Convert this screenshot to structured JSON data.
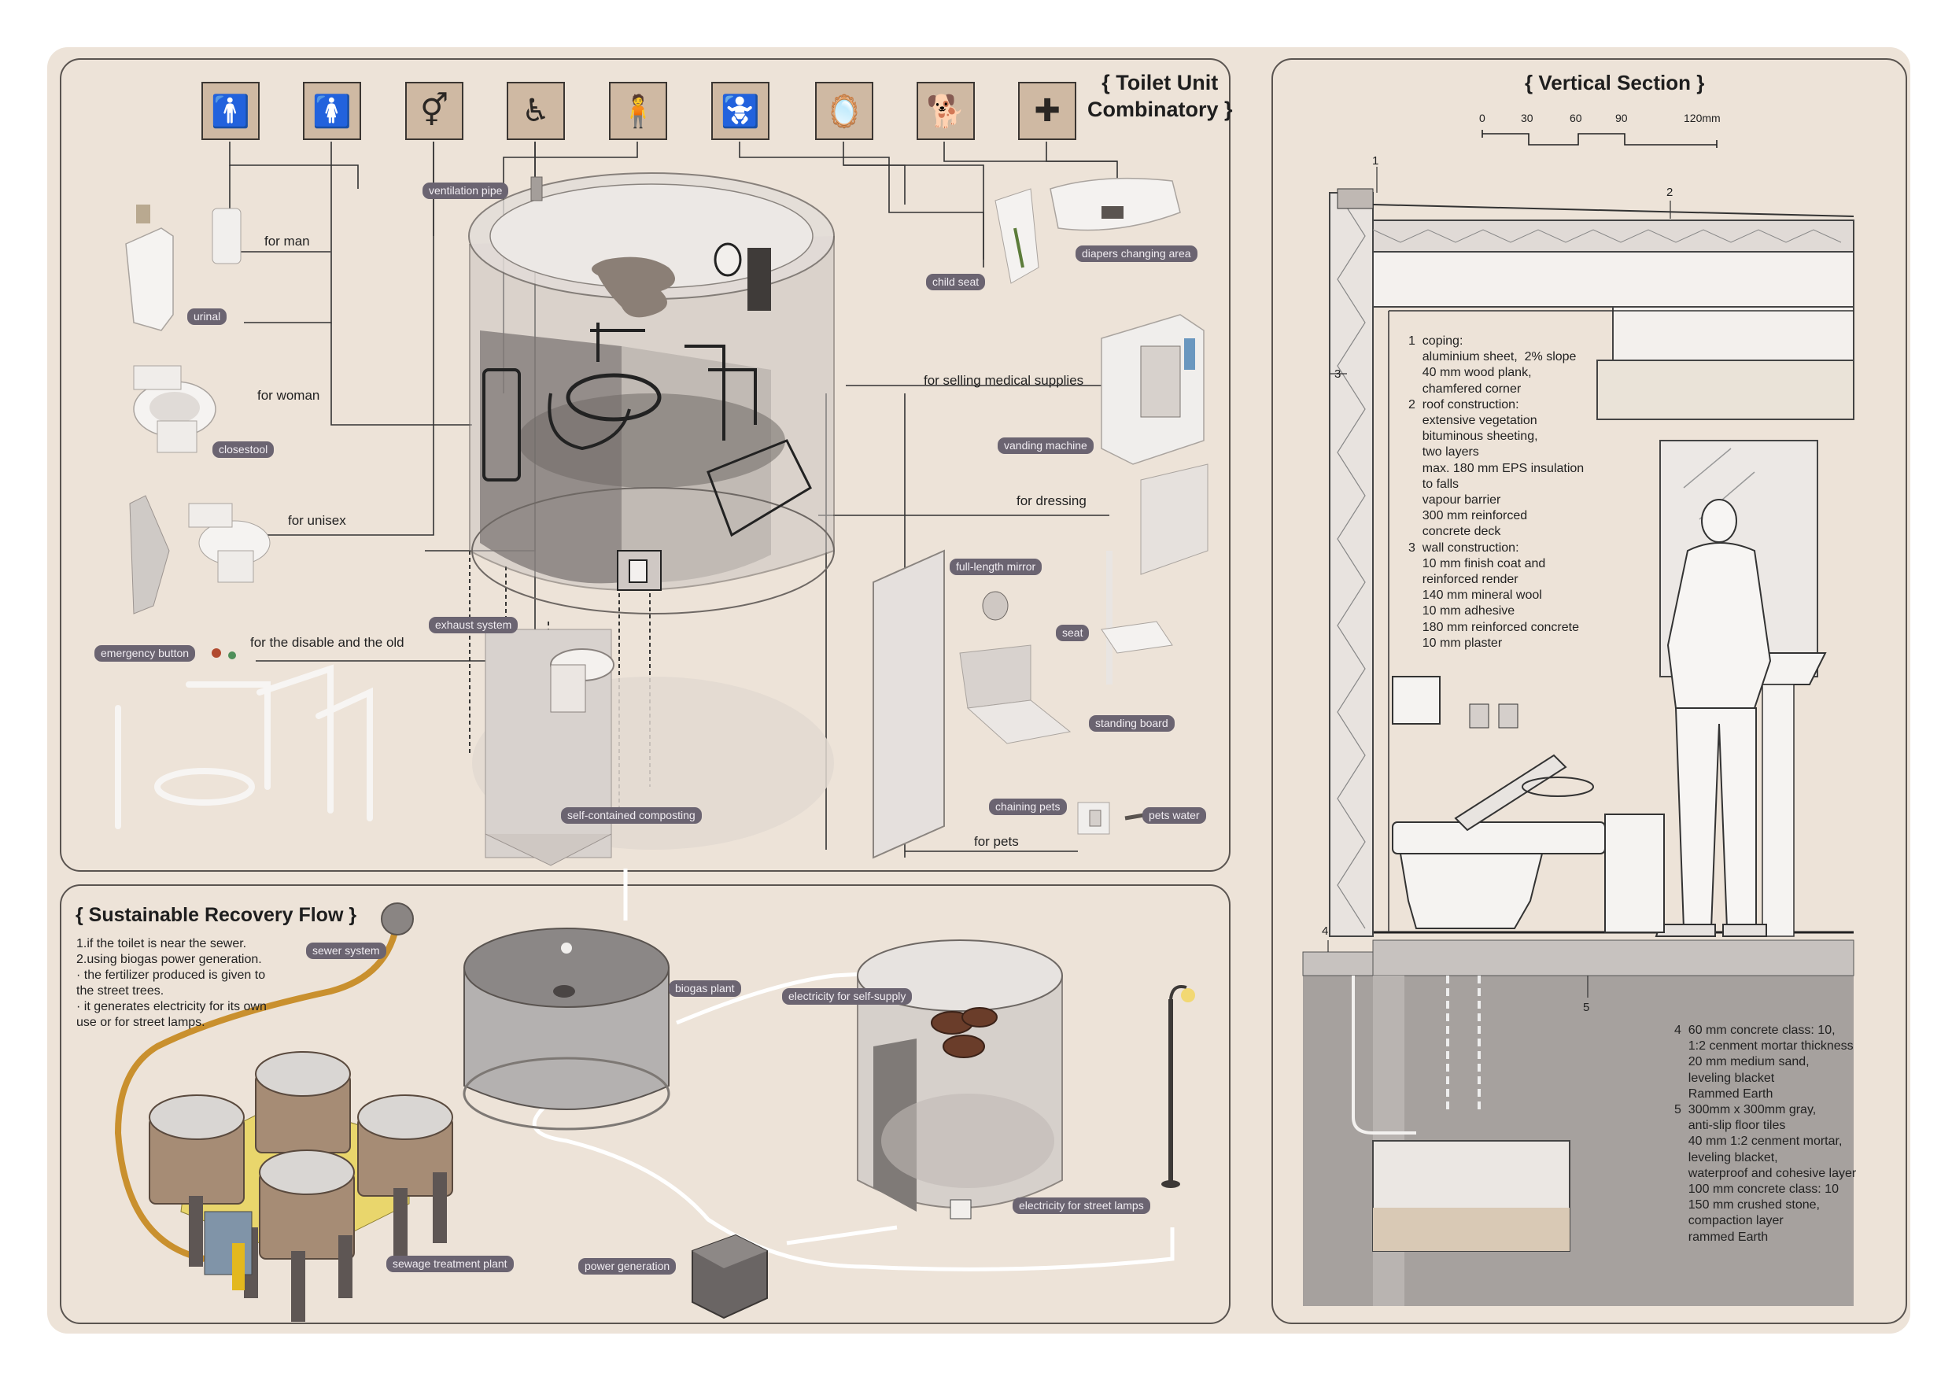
{
  "toilet_panel": {
    "title_line1": "{ Toilet Unit",
    "title_line2": "Combinatory }",
    "icons": [
      {
        "name": "man-icon",
        "glyph": "🚹"
      },
      {
        "name": "woman-icon",
        "glyph": "🚺"
      },
      {
        "name": "unisex-icon",
        "glyph": "⚥"
      },
      {
        "name": "wheelchair-icon",
        "glyph": "♿"
      },
      {
        "name": "standing-person-icon",
        "glyph": "🧍"
      },
      {
        "name": "baby-changing-icon",
        "glyph": "🚼"
      },
      {
        "name": "dressing-mirror-icon",
        "glyph": "🪞"
      },
      {
        "name": "dog-icon",
        "glyph": "🐕"
      },
      {
        "name": "medical-cross-icon",
        "glyph": "✚"
      }
    ],
    "labels": {
      "ventilation_pipe": "ventilation pipe",
      "urinal": "urinal",
      "closestool": "closestool",
      "emergency_button": "emergency button",
      "exhaust_system": "exhaust system",
      "self_contained_composting": "self-contained composting",
      "child_seat": "child seat",
      "diapers_changing_area": "diapers changing area",
      "vanding_machine": "vanding machine",
      "full_length_mirror": "full-length mirror",
      "seat": "seat",
      "standing_board": "standing board",
      "chaining_pets": "chaining pets",
      "pets_water": "pets water"
    },
    "notes": {
      "for_man": "for man",
      "for_woman": "for woman",
      "for_unisex": "for unisex",
      "for_disable": "for the disable and the old",
      "for_medical": "for selling medical supplies",
      "for_dressing": "for dressing",
      "for_pets": "for pets"
    }
  },
  "flow_panel": {
    "title": "{ Sustainable Recovery Flow }",
    "text": [
      "1.if the toilet is near the sewer.",
      "2.using biogas power generation.",
      "· the fertilizer produced is given to",
      "the street trees.",
      "· it  generates electricity for its own",
      "use or for street lamps."
    ],
    "labels": {
      "sewer_system": "sewer system",
      "biogas_plant": "biogas plant",
      "electricity_self": "electricity for self-supply",
      "electricity_lamps": "electricity for street lamps",
      "sewage_plant": "sewage treatment plant",
      "power_generation": "power generation"
    }
  },
  "section_panel": {
    "title": "{ Vertical Section }",
    "scale": [
      "0",
      "30",
      "60",
      "90",
      "120mm"
    ],
    "markers": [
      "1",
      "2",
      "3",
      "4",
      "5"
    ],
    "notes_upper": "1  coping:\n    aluminium sheet,  2% slope\n    40 mm wood plank,\n    chamfered corner\n2  roof construction:\n    extensive vegetation\n    bituminous sheeting,\n    two layers\n    max. 180 mm EPS insulation\n    to falls\n    vapour barrier\n    300 mm reinforced\n    concrete deck\n3  wall construction:\n    10 mm finish coat and\n    reinforced render\n    140 mm mineral wool\n    10 mm adhesive\n    180 mm reinforced concrete\n    10 mm plaster",
    "notes_lower": "4  60 mm concrete class: 10,\n    1:2 cenment mortar thickness\n    20 mm medium sand,\n    leveling blacket\n    Rammed Earth\n5  300mm x 300mm gray,\n    anti-slip floor tiles\n    40 mm 1:2 cenment mortar,\n    leveling blacket,\n    waterproof and cohesive layer\n    100 mm concrete class: 10\n    150 mm crushed stone,\n    compaction layer\n    rammed Earth"
  }
}
